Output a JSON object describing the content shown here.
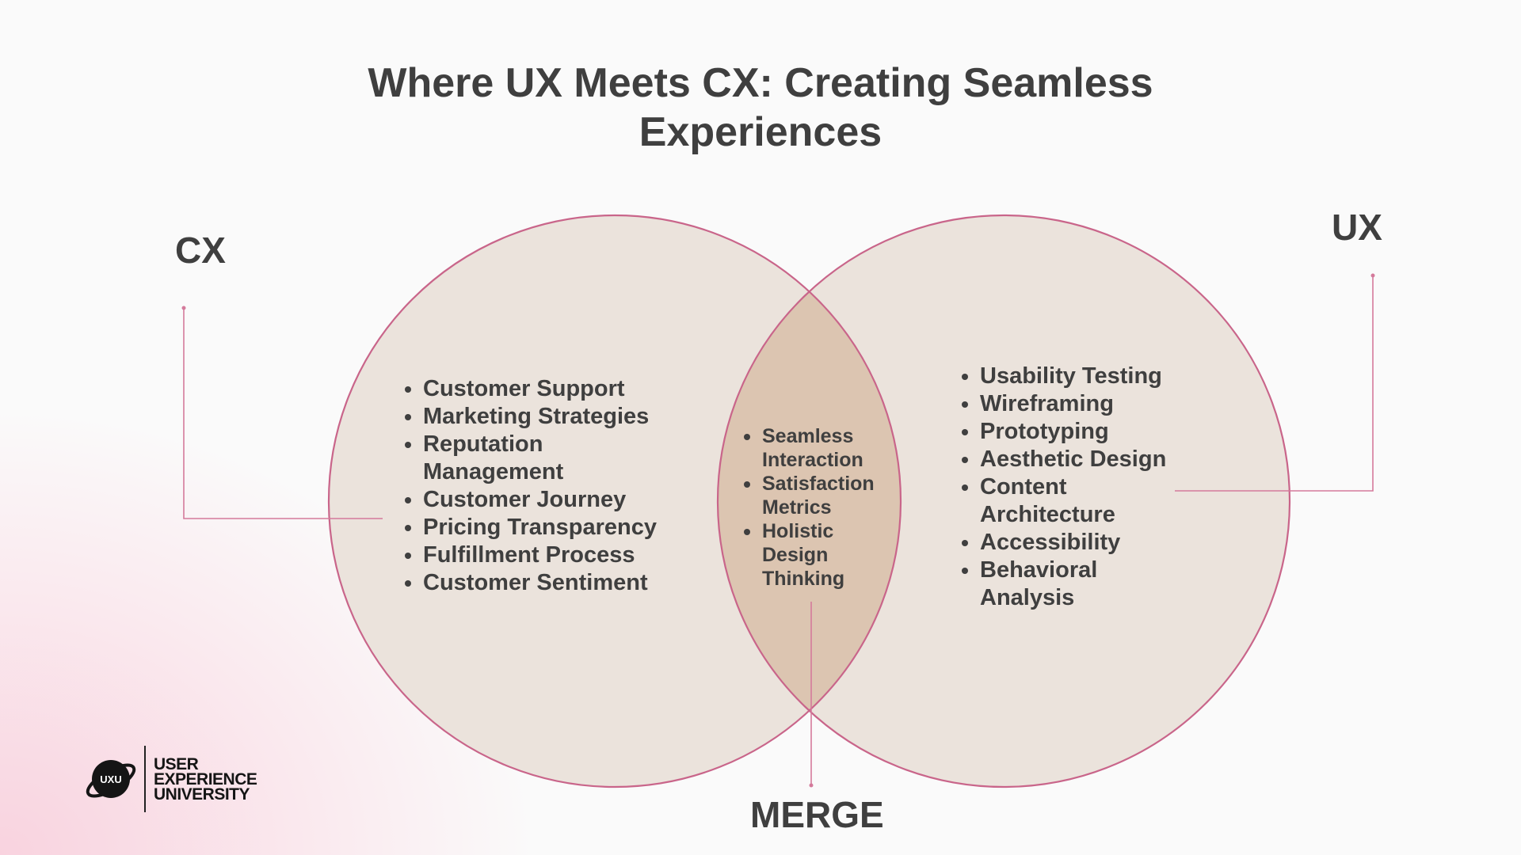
{
  "title": {
    "line1": "Where UX Meets CX: Creating Seamless",
    "line2": "Experiences"
  },
  "sets": {
    "cx": {
      "label": "CX",
      "items": [
        "Customer Support",
        "Marketing Strategies",
        "Reputation Management",
        "Customer Journey",
        "Pricing Transparency",
        "Fulfillment Process",
        "Customer Sentiment"
      ]
    },
    "ux": {
      "label": "UX",
      "items": [
        "Usability Testing",
        "Wireframing",
        "Prototyping",
        "Aesthetic Design",
        "Content Architecture",
        "Accessibility",
        "Behavioral Analysis"
      ]
    },
    "merge": {
      "label": "MERGE",
      "items": [
        "Seamless Interaction",
        "Satisfaction Metrics",
        "Holistic Design Thinking"
      ]
    }
  },
  "colors": {
    "circle_fill": "#ebe3dc",
    "intersection_fill": "#dcc5b1",
    "outline": "#c9658a",
    "text": "#3f3f3f"
  },
  "logo": {
    "mark_text": "UXU",
    "line1": "USER",
    "line2": "EXPERIENCE",
    "line3": "UNIVERSITY",
    "icon": "planet-icon"
  }
}
